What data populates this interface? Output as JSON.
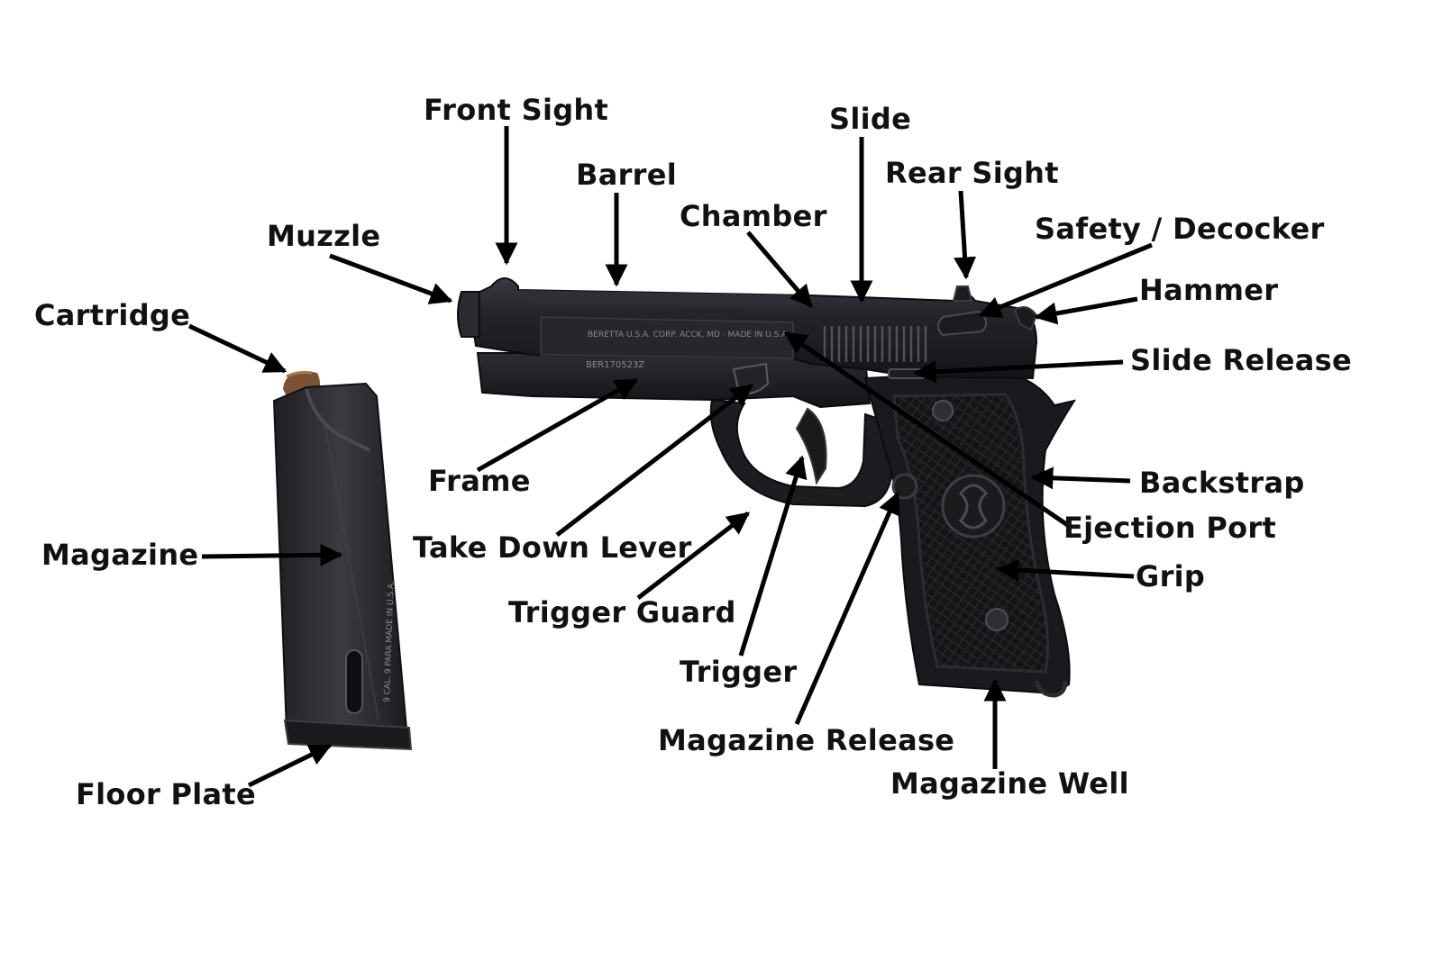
{
  "diagram": {
    "labels": {
      "front_sight": "Front Sight",
      "barrel": "Barrel",
      "muzzle": "Muzzle",
      "chamber": "Chamber",
      "slide": "Slide",
      "rear_sight": "Rear Sight",
      "safety_decocker": "Safety / Decocker",
      "hammer": "Hammer",
      "slide_release": "Slide Release",
      "cartridge": "Cartridge",
      "magazine": "Magazine",
      "floor_plate": "Floor Plate",
      "frame": "Frame",
      "take_down_lever": "Take Down Lever",
      "trigger_guard": "Trigger Guard",
      "trigger": "Trigger",
      "magazine_release": "Magazine Release",
      "magazine_well": "Magazine Well",
      "backstrap": "Backstrap",
      "ejection_port": "Ejection Port",
      "grip": "Grip"
    },
    "engravings": {
      "slide_text": "BERETTA U.S.A. CORP.  ACCK, MD · MADE IN U.S.A.",
      "serial": "BER170523Z",
      "magazine_text": "9 CAL. 9 PARA MADE IN U.S.A."
    },
    "colors": {
      "background": "#ffffff",
      "label_text": "#111111",
      "arrow": "#000000",
      "gun_metal": "#1e1e22",
      "grip_panel": "#151517",
      "magazine_metal": "#2a2a2e",
      "cartridge_brass": "#7a5235"
    }
  }
}
